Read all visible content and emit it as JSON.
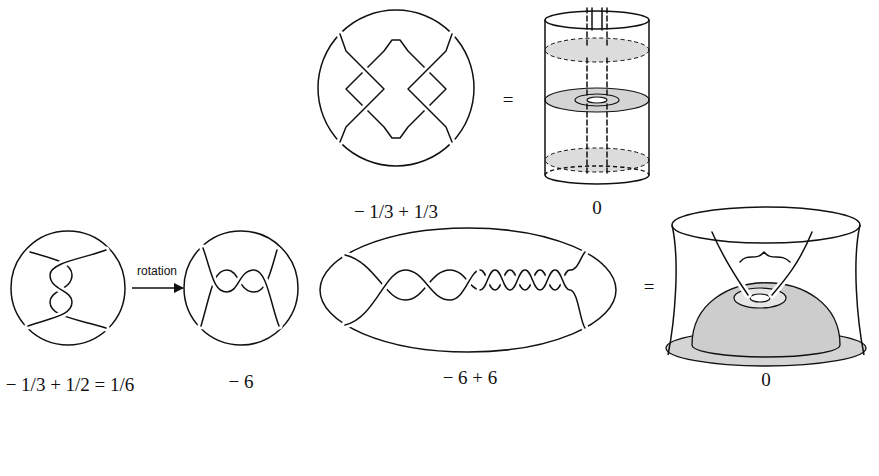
{
  "diagram": {
    "labels": [
      "− 1/3 + 1/3",
      "=",
      "0",
      "rotation",
      "− 1/3 + 1/2 = 1/6",
      "− 6",
      "− 6 + 6",
      "=",
      "0"
    ]
  }
}
